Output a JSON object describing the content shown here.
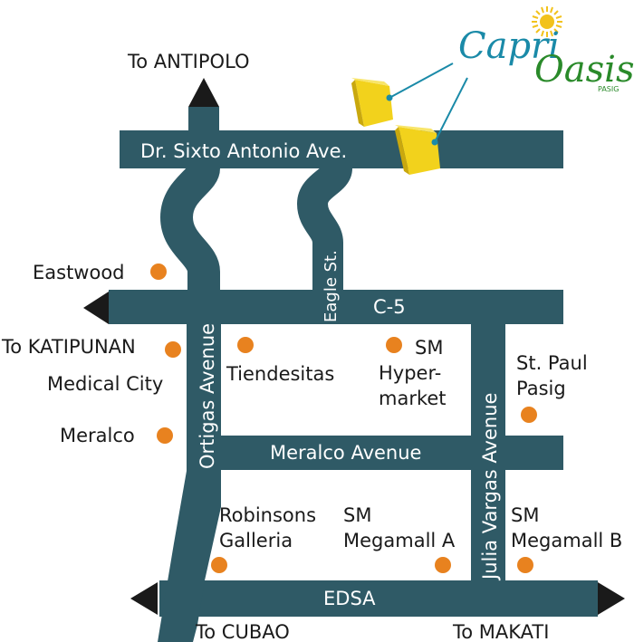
{
  "logo": {
    "line1": "Capri",
    "line2": "Oasis",
    "sub": "PASIG"
  },
  "roads": {
    "sixto": "Dr. Sixto Antonio Ave.",
    "c5": "C-5",
    "meralco_ave": "Meralco Avenue",
    "edsa": "EDSA",
    "ortigas": "Ortigas Avenue",
    "eagle": "Eagle St.",
    "julia": "Julia Vargas Avenue"
  },
  "destinations": {
    "antipolo": "To ANTIPOLO",
    "katipunan": "To KATIPUNAN",
    "cubao": "To CUBAO",
    "makati": "To MAKATI"
  },
  "places": {
    "eastwood": "Eastwood",
    "medical_city": "Medical City",
    "meralco": "Meralco",
    "tiendesitas": "Tiendesitas",
    "sm_hyper_1": "SM",
    "sm_hyper_2": "Hyper-",
    "sm_hyper_3": "market",
    "st_paul_1": "St. Paul",
    "st_paul_2": "Pasig",
    "robinsons_1": "Robinsons",
    "robinsons_2": "Galleria",
    "sm_mega_a_1": "SM",
    "sm_mega_a_2": "Megamall A",
    "sm_mega_b_1": "SM",
    "sm_mega_b_2": "Megamall B"
  },
  "colors": {
    "road": "#2f5a66",
    "marker": "#e8821f",
    "building": "#f2d21c",
    "logo_capri": "#1a8aa8",
    "logo_oasis": "#2a8a2a"
  }
}
